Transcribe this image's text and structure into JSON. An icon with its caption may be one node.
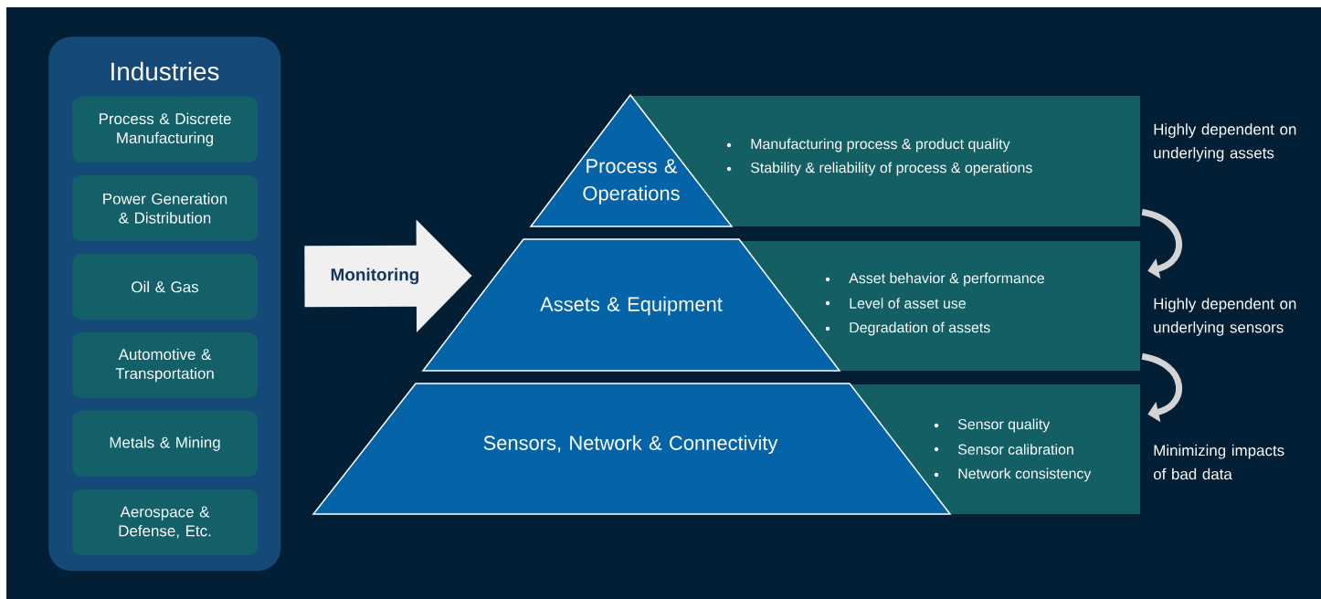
{
  "diagram": {
    "nodes": [
      {
        "text": [
          "Industries"
        ]
      },
      {
        "text": [
          "Process & Discrete Manufacturing"
        ],
        "in": 0
      },
      {
        "text": [
          "Power Generation & Distribution"
        ],
        "in": 0
      },
      {
        "text": [
          "Oil & Gas"
        ],
        "in": 0
      },
      {
        "text": [
          "Automotive & Transportation"
        ],
        "in": 0
      },
      {
        "text": [
          "Metals & Mining"
        ],
        "in": 0
      },
      {
        "text": [
          "Aerospace & Defense, Etc."
        ],
        "in": 0
      },
      {
        "text": [
          "Process & Operations"
        ]
      },
      {
        "text": [
          "Manufacturing process & product quality",
          "Stability & reliability of process & operations"
        ],
        "beside": [
          "Highly dependent on underlying assets"
        ]
      },
      {
        "text": [
          "Assets & Equipment"
        ]
      },
      {
        "text": [
          "Asset behavior & performance",
          "Level of asset use",
          "Degradation of assets"
        ],
        "beside": [
          "Highly dependent on underlying sensors"
        ]
      },
      {
        "text": [
          "Sensors, Network & Connectivity"
        ]
      },
      {
        "text": [
          "Sensor quality",
          "Sensor calibration",
          "Network consistency"
        ],
        "beside": [
          "Minimizing impacts of bad data"
        ]
      }
    ],
    "edges": [
      {
        "from": 0,
        "to": 9,
        "arrow": "to",
        "label": "Monitoring",
        "style": "thick"
      },
      {
        "from": 8,
        "to": 10,
        "arrow": "to"
      },
      {
        "from": 10,
        "to": 12,
        "arrow": "to"
      }
    ]
  }
}
